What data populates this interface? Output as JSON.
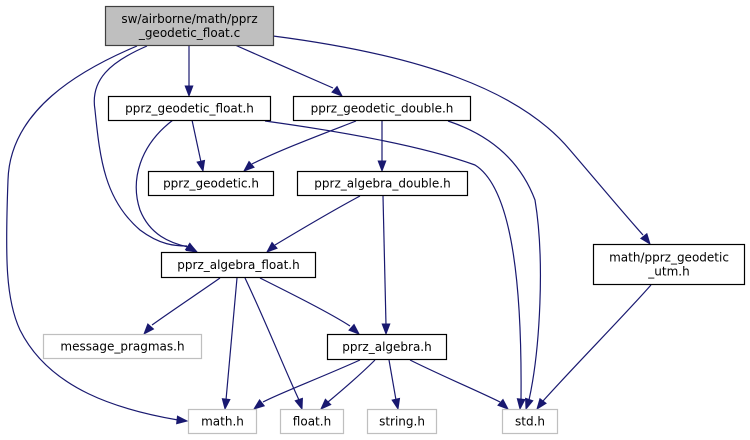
{
  "diagram": {
    "type": "include-dependency-graph",
    "colors": {
      "edge": "#191970",
      "root_fill": "#bfbfbf",
      "root_border": "#404040",
      "node_border": "#000000",
      "external_border": "#bfbfbf",
      "node_fill": "#ffffff"
    },
    "nodes": [
      {
        "id": "root",
        "lines": [
          "sw/airborne/math/pprz",
          "_geodetic_float.c"
        ],
        "kind": "root"
      },
      {
        "id": "geodetic_float_h",
        "lines": [
          "pprz_geodetic_float.h"
        ],
        "kind": "internal"
      },
      {
        "id": "geodetic_double_h",
        "lines": [
          "pprz_geodetic_double.h"
        ],
        "kind": "internal"
      },
      {
        "id": "geodetic_h",
        "lines": [
          "pprz_geodetic.h"
        ],
        "kind": "internal"
      },
      {
        "id": "algebra_double_h",
        "lines": [
          "pprz_algebra_double.h"
        ],
        "kind": "internal"
      },
      {
        "id": "geodetic_utm_h",
        "lines": [
          "math/pprz_geodetic",
          "_utm.h"
        ],
        "kind": "internal"
      },
      {
        "id": "algebra_float_h",
        "lines": [
          "pprz_algebra_float.h"
        ],
        "kind": "internal"
      },
      {
        "id": "message_pragmas_h",
        "lines": [
          "message_pragmas.h"
        ],
        "kind": "external"
      },
      {
        "id": "algebra_h",
        "lines": [
          "pprz_algebra.h"
        ],
        "kind": "internal"
      },
      {
        "id": "math_h",
        "lines": [
          "math.h"
        ],
        "kind": "external"
      },
      {
        "id": "float_h",
        "lines": [
          "float.h"
        ],
        "kind": "external"
      },
      {
        "id": "string_h",
        "lines": [
          "string.h"
        ],
        "kind": "external"
      },
      {
        "id": "std_h",
        "lines": [
          "std.h"
        ],
        "kind": "external"
      }
    ],
    "edges": [
      {
        "from": "root",
        "to": "geodetic_float_h"
      },
      {
        "from": "root",
        "to": "geodetic_double_h"
      },
      {
        "from": "root",
        "to": "geodetic_utm_h"
      },
      {
        "from": "root",
        "to": "algebra_float_h"
      },
      {
        "from": "root",
        "to": "math_h"
      },
      {
        "from": "geodetic_float_h",
        "to": "geodetic_h"
      },
      {
        "from": "geodetic_float_h",
        "to": "algebra_float_h"
      },
      {
        "from": "geodetic_float_h",
        "to": "std_h"
      },
      {
        "from": "geodetic_double_h",
        "to": "geodetic_h"
      },
      {
        "from": "geodetic_double_h",
        "to": "algebra_double_h"
      },
      {
        "from": "geodetic_double_h",
        "to": "std_h"
      },
      {
        "from": "algebra_double_h",
        "to": "algebra_float_h"
      },
      {
        "from": "algebra_double_h",
        "to": "algebra_h"
      },
      {
        "from": "geodetic_utm_h",
        "to": "std_h"
      },
      {
        "from": "algebra_float_h",
        "to": "message_pragmas_h"
      },
      {
        "from": "algebra_float_h",
        "to": "math_h"
      },
      {
        "from": "algebra_float_h",
        "to": "float_h"
      },
      {
        "from": "algebra_float_h",
        "to": "algebra_h"
      },
      {
        "from": "algebra_h",
        "to": "math_h"
      },
      {
        "from": "algebra_h",
        "to": "float_h"
      },
      {
        "from": "algebra_h",
        "to": "string_h"
      },
      {
        "from": "algebra_h",
        "to": "std_h"
      }
    ]
  }
}
